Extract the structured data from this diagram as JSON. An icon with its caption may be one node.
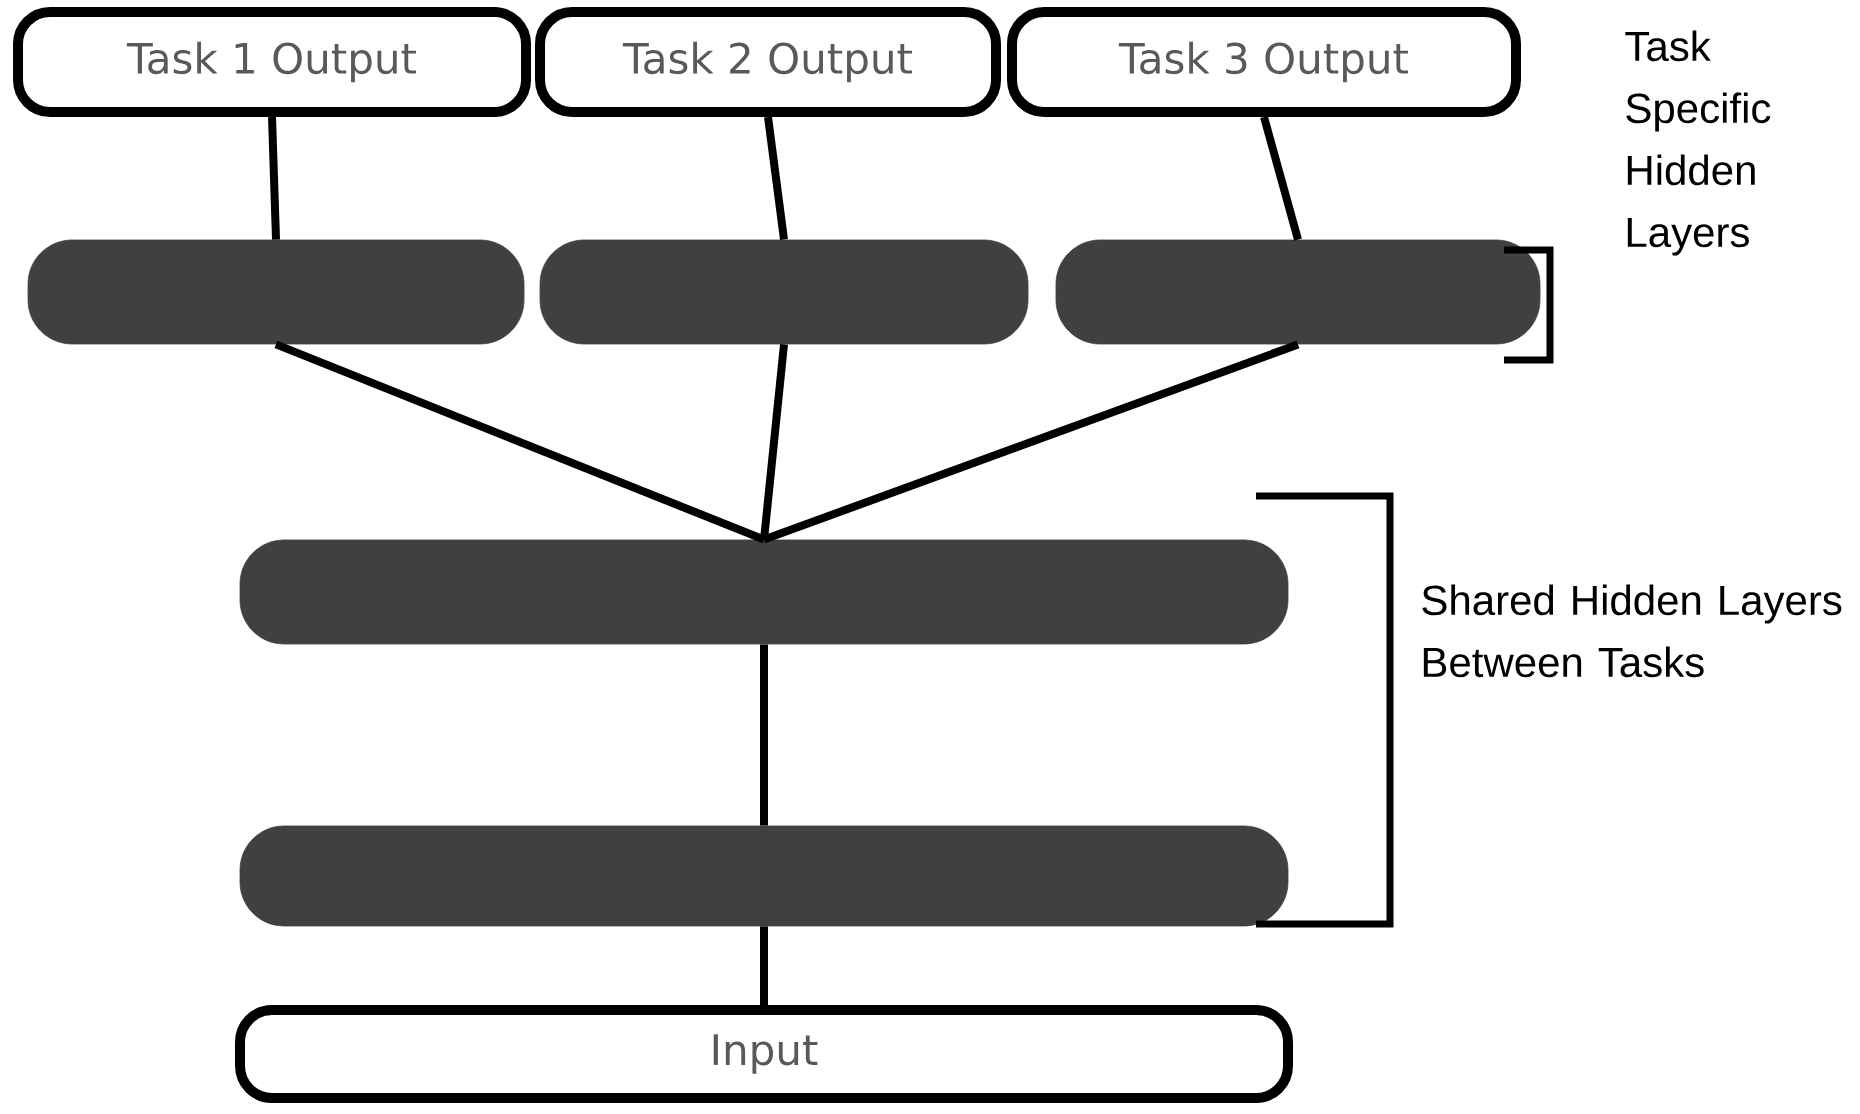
{
  "diagram": {
    "nodes": [
      {
        "text": [
          "Task 1 Output"
        ]
      },
      {
        "text": [
          "Task 2 Output"
        ]
      },
      {
        "text": [
          "Task 3 Output"
        ]
      },
      {
        "text": [],
        "shape": "bar"
      },
      {
        "text": [],
        "shape": "bar"
      },
      {
        "text": [],
        "shape": "bar"
      },
      {
        "text": [],
        "shape": "bar"
      },
      {
        "text": [],
        "shape": "bar"
      },
      {
        "text": [
          "Input"
        ]
      }
    ],
    "edges": [
      {
        "from": 3,
        "to": 0,
        "arrow": "none"
      },
      {
        "from": 4,
        "to": 1,
        "arrow": "none"
      },
      {
        "from": 5,
        "to": 2,
        "arrow": "none"
      },
      {
        "from": 3,
        "to": 6,
        "arrow": "none"
      },
      {
        "from": 4,
        "to": 6,
        "arrow": "none"
      },
      {
        "from": 5,
        "to": 6,
        "arrow": "none"
      },
      {
        "from": 6,
        "to": 7,
        "arrow": "none"
      },
      {
        "from": 7,
        "to": 8,
        "arrow": "none"
      }
    ],
    "labels": [
      "Task Specific Hidden Layers",
      "Shared Hidden Layers Between Tasks"
    ]
  }
}
